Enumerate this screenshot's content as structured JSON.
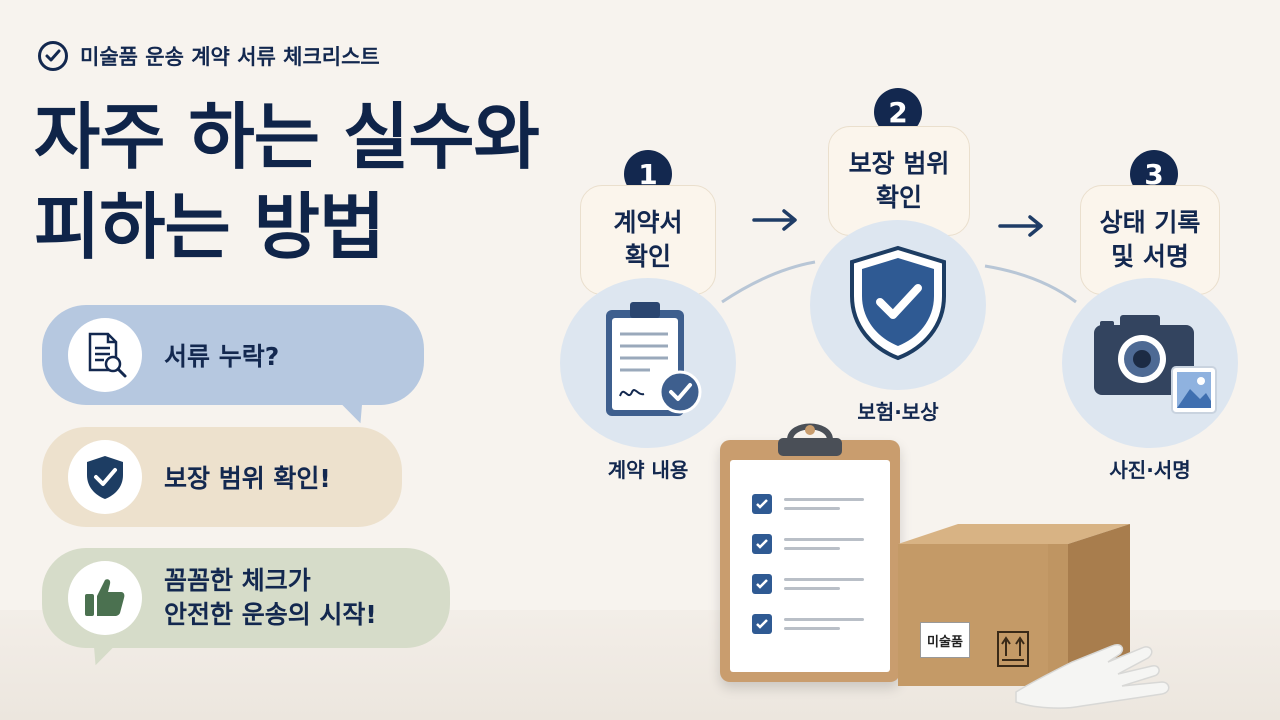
{
  "header": {
    "kicker": "미술품 운송 계약 서류 체크리스트",
    "title_line1": "자주 하는 실수와",
    "title_line2": "피하는 방법"
  },
  "bubbles": [
    {
      "icon": "document-search-icon",
      "text": "서류 누락?",
      "color": "#b6c8e0"
    },
    {
      "icon": "shield-check-icon",
      "text": "보장 범위 확인!",
      "color": "#ede1cd"
    },
    {
      "icon": "thumbs-up-icon",
      "line1": "꼼꼼한 체크가",
      "line2": "안전한 운송의 시작!",
      "color": "#d6dcc9"
    }
  ],
  "steps": [
    {
      "number": "1",
      "line1": "계약서",
      "line2": "확인",
      "caption": "계약 내용",
      "icon": "clipboard-check-icon"
    },
    {
      "number": "2",
      "line1": "보장 범위",
      "line2": "확인",
      "caption": "보험·보상",
      "icon": "shield-check-icon"
    },
    {
      "number": "3",
      "line1": "상태 기록",
      "line2": "및 서명",
      "caption": "사진·서명",
      "icon": "camera-icon"
    }
  ],
  "props": {
    "box_label": "미술품"
  },
  "colors": {
    "navy": "#13284f",
    "blue": "#2f5a93",
    "background": "#f7f3ee"
  }
}
